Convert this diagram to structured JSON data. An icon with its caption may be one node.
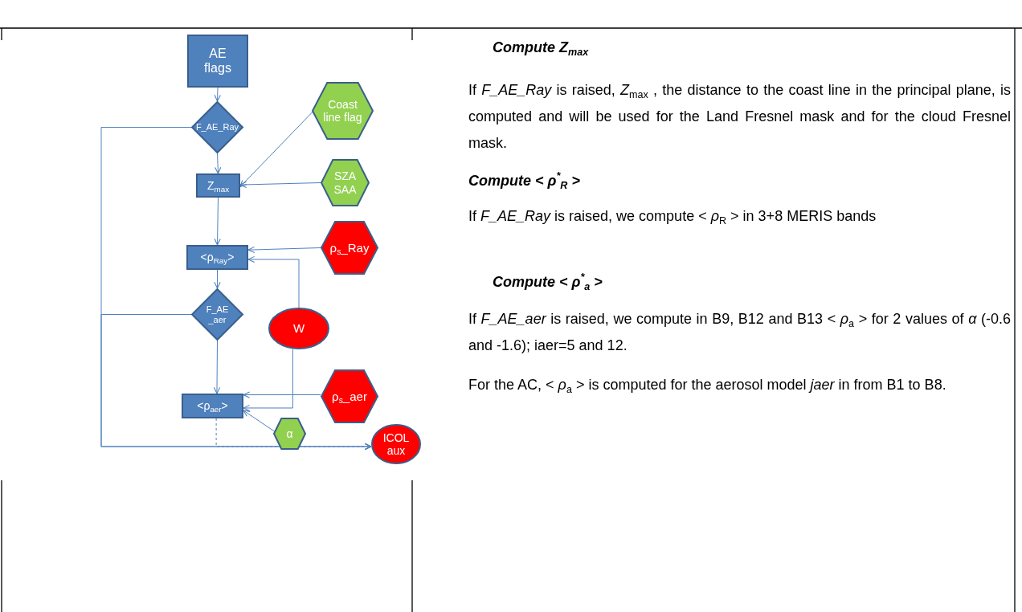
{
  "diagram": {
    "nodes": [
      {
        "text": [
          "AE flags"
        ]
      },
      {
        "text": [
          "F_AE_Ray"
        ]
      },
      {
        "text": [
          "Coast line flag"
        ]
      },
      {
        "text": [
          "Z$_{max}$"
        ]
      },
      {
        "text": [
          "SZA SAA"
        ]
      },
      {
        "text": [
          "<ρ$_{Ray}$>"
        ]
      },
      {
        "text": [
          "ρ$_{s}$_Ray"
        ]
      },
      {
        "text": [
          "F_AE _aer"
        ]
      },
      {
        "text": [
          "W"
        ]
      },
      {
        "text": [
          "<ρ$_{aer}$>"
        ]
      },
      {
        "text": [
          "ρ$_{s}$_aer"
        ]
      },
      {
        "text": [
          "α"
        ]
      },
      {
        "text": [
          "ICOL aux"
        ]
      }
    ],
    "edges": [
      {
        "from": 0,
        "to": 1,
        "arrow": "to"
      },
      {
        "from": 1,
        "to": 3,
        "arrow": "to"
      },
      {
        "from": 2,
        "to": 3,
        "arrow": "to"
      },
      {
        "from": 4,
        "to": 3,
        "arrow": "to"
      },
      {
        "from": 3,
        "to": 5,
        "arrow": "to"
      },
      {
        "from": 6,
        "to": 5,
        "arrow": "to"
      },
      {
        "from": 8,
        "to": 5,
        "arrow": "to"
      },
      {
        "from": 5,
        "to": 7,
        "arrow": "to"
      },
      {
        "from": 7,
        "to": 9,
        "arrow": "to"
      },
      {
        "from": 8,
        "to": 9,
        "arrow": "to"
      },
      {
        "from": 10,
        "to": 9,
        "arrow": "to"
      },
      {
        "from": 11,
        "to": 9,
        "arrow": "to"
      },
      {
        "from": 1,
        "to": 12,
        "arrow": "to"
      },
      {
        "from": 7,
        "to": 12,
        "arrow": "to"
      },
      {
        "from": 9,
        "to": 12,
        "arrow": "to",
        "style": "dashed"
      }
    ],
    "labels": [
      "Compute Z$_{max}$",
      "If *F_AE_Ray* is raised, *Z*$_{max}$ , the distance to the coast line in the principal plane, is computed and will be used for the Land Fresnel mask and for the cloud Fresnel mask.",
      "Compute < *ρ*$^{*}$$_{R}$ >",
      "If *F_AE_Ray* is raised, we compute < *ρ*$_{R}$ > in 3+8 MERIS bands",
      "Compute < *ρ*$^{*}$$_{a}$ >",
      "If *F_AE_aer* is raised, we compute in B9, B12 and B13 < *ρ*$_{a}$ > for 2 values of *α* (-0.6 and -1.6); iaer=5 and 12.",
      "For the AC, < *ρ*$_{a}$ > is computed for the aerosol model *jaer* in from B1 to B8."
    ]
  }
}
